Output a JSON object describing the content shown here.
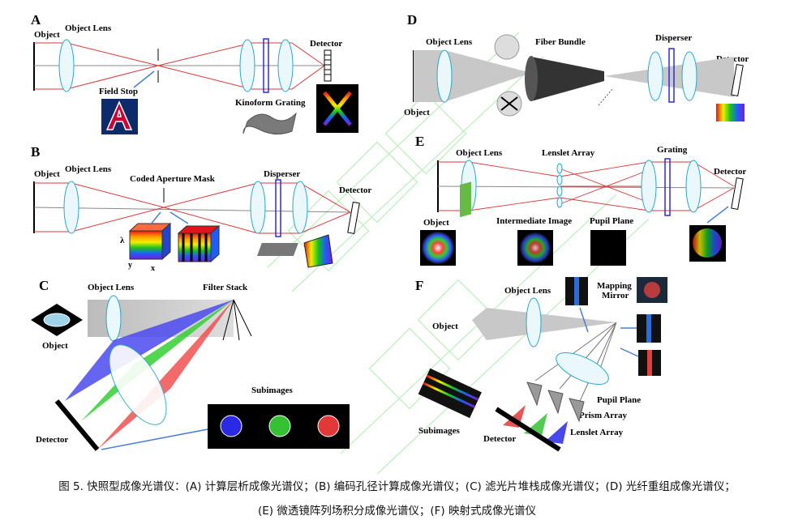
{
  "panels": {
    "A": {
      "letter": "A",
      "object": "Object",
      "lens": "Object Lens",
      "stop": "Field Stop",
      "grating": "Kinoform Grating",
      "detector": "Detector"
    },
    "B": {
      "letter": "B",
      "object": "Object",
      "lens": "Object Lens",
      "mask": "Coded Aperture Mask",
      "disperser": "Disperser",
      "detector": "Detector",
      "lambda": "λ",
      "y": "y",
      "x": "x"
    },
    "C": {
      "letter": "C",
      "object": "Object",
      "lens": "Object Lens",
      "filter": "Filter Stack",
      "subimages": "Subimages",
      "detector": "Detector"
    },
    "D": {
      "letter": "D",
      "object": "Object",
      "lens": "Object Lens",
      "fiber": "Fiber Bundle",
      "disperser": "Disperser",
      "detector": "Detector"
    },
    "E": {
      "letter": "E",
      "object": "Object",
      "lens": "Object Lens",
      "lenslet": "Lenslet Array",
      "grating": "Grating",
      "detector": "Detector",
      "intermediate": "Intermediate Image",
      "pupil": "Pupil Plane"
    },
    "F": {
      "letter": "F",
      "object": "Object",
      "lens": "Object Lens",
      "mirror1": "Mapping",
      "mirror2": "Mirror",
      "pupil": "Pupil Plane",
      "prism": "Prism Array",
      "lenslet": "Lenslet Array",
      "subimages": "Subimages",
      "detector": "Detector"
    }
  },
  "caption": {
    "line1": "图 5. 快照型成像光谱仪：(A) 计算层析成像光谱仪；(B) 编码孔径计算成像光谱仪；(C) 滤光片堆栈成像光谱仪；(D) 光纤重组成像光谱仪；",
    "line2": "(E) 微透镜阵列场积分成像光谱仪；(F) 映射式成像光谱仪"
  },
  "colors": {
    "ray": "#d9383a",
    "lens": "#2aa7c9",
    "grating": "#2b2bd6",
    "arrow": "#4a7fd0",
    "watermark": "#3fcf3f"
  }
}
